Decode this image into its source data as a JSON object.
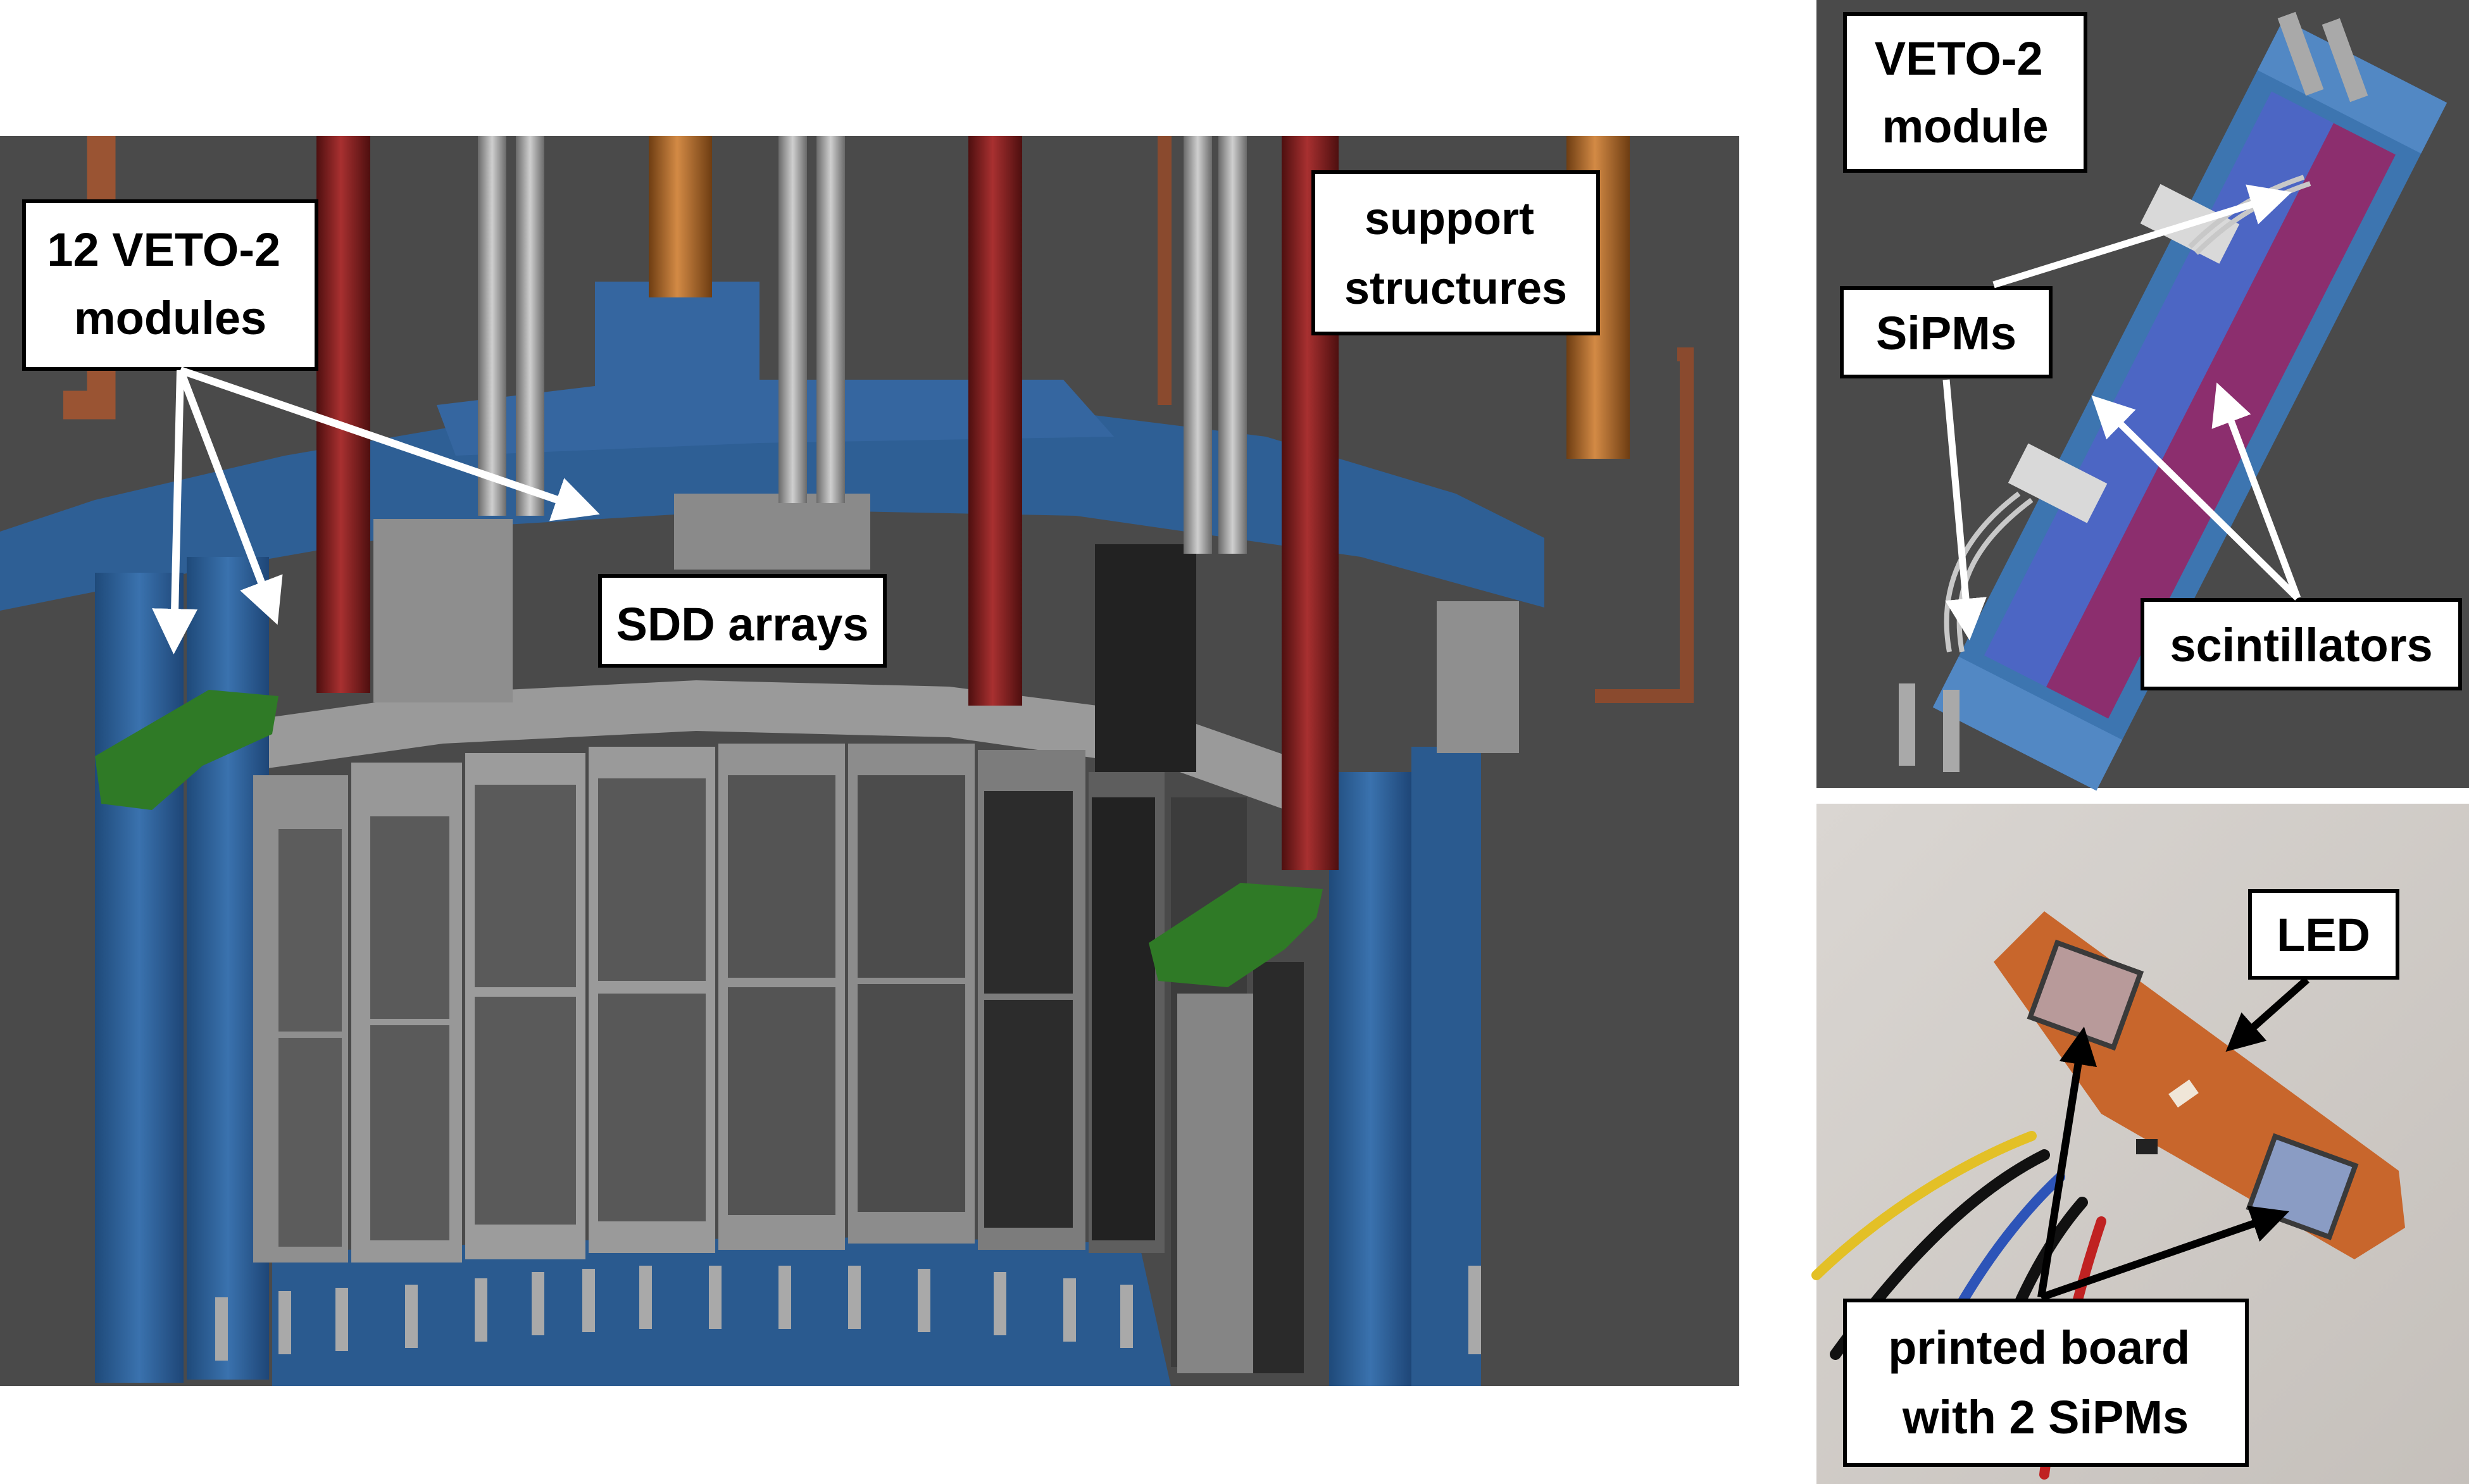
{
  "colors": {
    "render_background": "#4a4a4a",
    "module_blue": "#2e5f95",
    "module_blue_light": "#3d75b0",
    "steel_gray": "#9a9a9a",
    "rod_red": "#7d1c1c",
    "rod_copper": "#b06a2c",
    "bracket_green": "#2f7a26",
    "scintillator_purple": "#8c2e6e",
    "scintillator_blue": "#4c66c4",
    "board_copper": "#c8662c",
    "photo_wall": "#d4d0cc",
    "callout_fill": "#ffffff",
    "callout_stroke": "#000000",
    "arrow_white": "#ffffff",
    "arrow_black": "#000000"
  },
  "panels": {
    "cad_overview": {
      "labels": {
        "veto_modules": [
          "12 VETO-2",
          "modules"
        ],
        "support": [
          "support",
          "structures"
        ],
        "sdd": [
          "SDD arrays"
        ]
      }
    },
    "veto_module": {
      "labels": {
        "title": [
          "VETO-2",
          "module"
        ],
        "sipms": [
          "SiPMs"
        ],
        "scintillators": [
          "scintillators"
        ]
      }
    },
    "photo_board": {
      "labels": {
        "led": [
          "LED"
        ],
        "board": [
          "printed board",
          "with 2 SiPMs"
        ]
      }
    }
  }
}
